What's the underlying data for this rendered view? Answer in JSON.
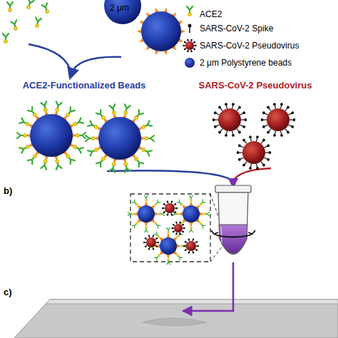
{
  "diagram": {
    "labels": [
      "2 μm",
      "ACE2-Functionalized Beads",
      "SARS-CoV-2 Pseudovirus",
      "b)",
      "c)"
    ],
    "legend": [
      {
        "text": "ACE2"
      },
      {
        "text": "SARS-CoV-2 Spike"
      },
      {
        "text": "SARS-CoV-2 Pseudovirus"
      },
      {
        "text": "2 μm Polystyrene beads"
      }
    ]
  }
}
